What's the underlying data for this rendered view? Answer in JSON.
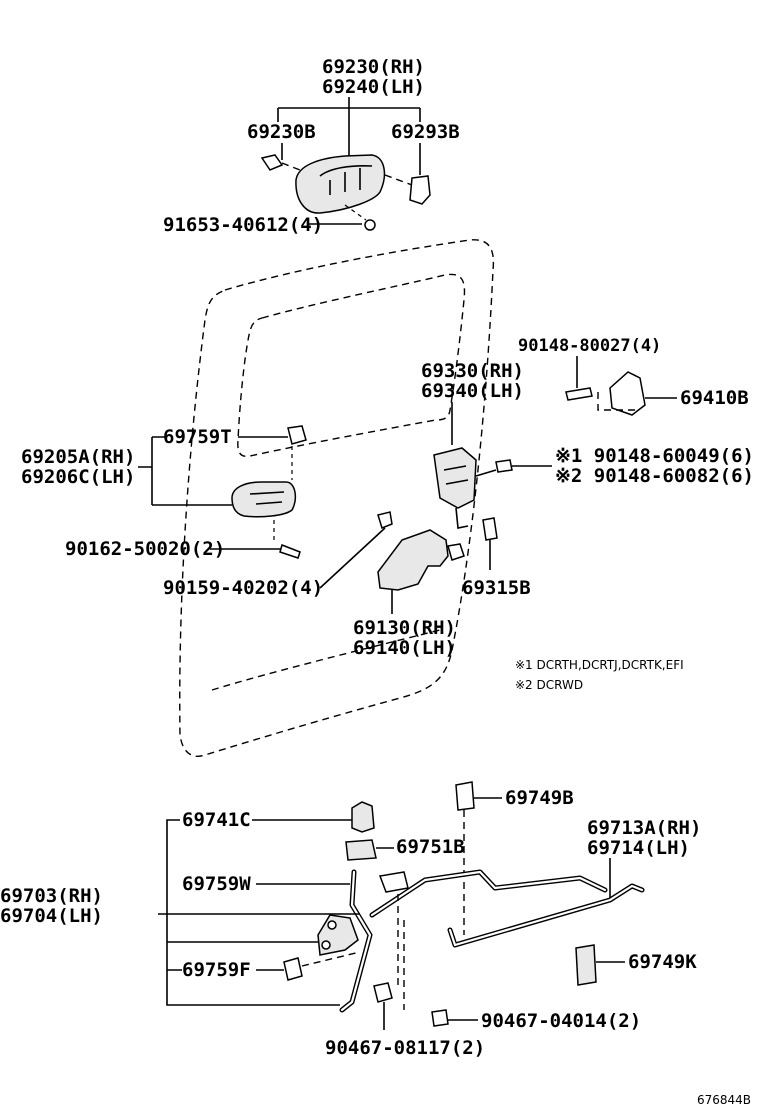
{
  "labels": {
    "p69230": "69230(RH)",
    "p69240": "69240(LH)",
    "p69230B": "69230B",
    "p69293B": "69293B",
    "p91653": "91653-40612(4)",
    "p90148_80027": "90148-80027(4)",
    "p69410B": "69410B",
    "p69330": "69330(RH)",
    "p69340": "69340(LH)",
    "p69759T": "69759T",
    "p69205A": "69205A(RH)",
    "p69206C": "69206C(LH)",
    "p90148_60049": "※1 90148-60049(6)",
    "p90148_60082": "※2 90148-60082(6)",
    "p90162": "90162-50020(2)",
    "p90159": "90159-40202(4)",
    "p69315B": "69315B",
    "p69130": "69130(RH)",
    "p69140": "69140(LH)",
    "p69749B": "69749B",
    "p69741C": "69741C",
    "p69751B": "69751B",
    "p69713A": "69713A(RH)",
    "p69714": "69714(LH)",
    "p69759W": "69759W",
    "p69703": "69703(RH)",
    "p69704": "69704(LH)",
    "p69749K": "69749K",
    "p69759F": "69759F",
    "p90467_04014": "90467-04014(2)",
    "p90467_08117": "90467-08117(2)"
  },
  "notes": {
    "n1": "※1 DCRTH,DCRTJ,DCRTK,EFI",
    "n2": "※2 DCRWD"
  },
  "figure_number": "676844B"
}
